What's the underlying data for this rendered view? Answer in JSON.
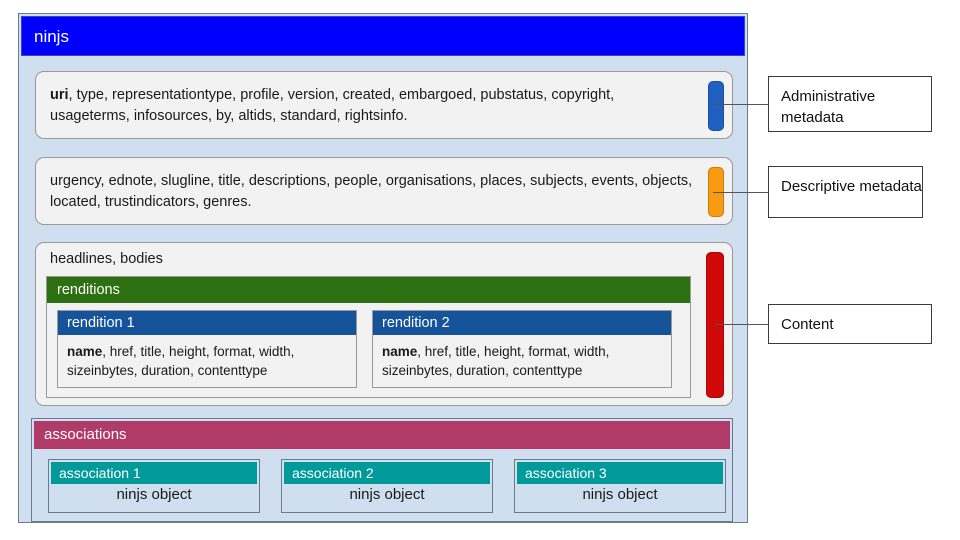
{
  "diagram": {
    "root": {
      "title": "ninjs",
      "groups": [
        {
          "id": "administrative",
          "text_line_bold": "uri",
          "text_rest": ", type, representationtype, profile, version, created, embargoed, pubstatus, copyright, usageterms, infosources, by, altids, standard, rightsinfo.",
          "marker_color": "#2060c0"
        },
        {
          "id": "descriptive",
          "text": "urgency, ednote, slugline, title, descriptions, people, organisations, places, subjects, events, objects, located, trustindicators, genres.",
          "marker_color": "#f89b10"
        },
        {
          "id": "content",
          "label": "headlines, bodies",
          "marker_color": "#d00808",
          "renditions": {
            "header": "renditions",
            "header_color": "#2c7012",
            "items": [
              {
                "title": "rendition 1",
                "field_bold": "name",
                "fields_rest": ", href, title, height, format, width, sizeinbytes, duration, contenttype"
              },
              {
                "title": "rendition 2",
                "field_bold": "name",
                "fields_rest": ", href, title, height, format, width, sizeinbytes, duration, contenttype"
              }
            ]
          }
        }
      ],
      "associations": {
        "header": "associations",
        "header_color": "#b03a68",
        "items": [
          {
            "title": "association 1",
            "body": "ninjs object"
          },
          {
            "title": "association 2",
            "body": "ninjs object"
          },
          {
            "title": "association 3",
            "body": "ninjs object"
          }
        ]
      }
    },
    "callouts": [
      {
        "id": "administrative",
        "label": "Administrative metadata"
      },
      {
        "id": "descriptive",
        "label": "Descriptive metadata"
      },
      {
        "id": "content",
        "label": "Content"
      }
    ]
  }
}
